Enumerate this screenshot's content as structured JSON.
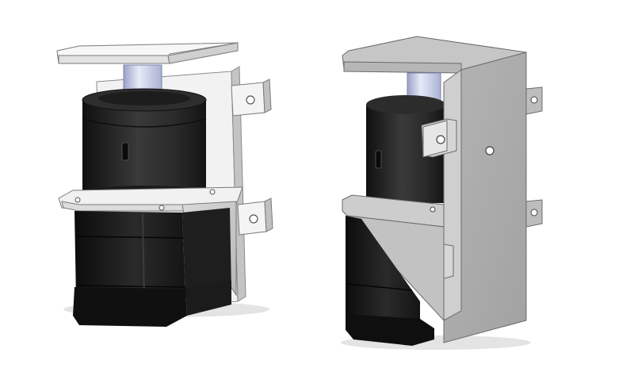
{
  "scene": {
    "background": "#ffffff",
    "subject": "stepper-motor-bracket-assembly",
    "views": [
      {
        "id": "front-three-quarter-view"
      },
      {
        "id": "rear-three-quarter-view"
      }
    ],
    "colors": {
      "motor_black": "#161616",
      "motor_dark": "#262626",
      "motor_mid": "#3a3a3a",
      "bracket_light": "#f4f4f4",
      "bracket_mid": "#c8c8c8",
      "bracket_dark": "#a0a0a0",
      "shaft": "#c7cde6",
      "shadow": "#d8d8d8"
    }
  }
}
